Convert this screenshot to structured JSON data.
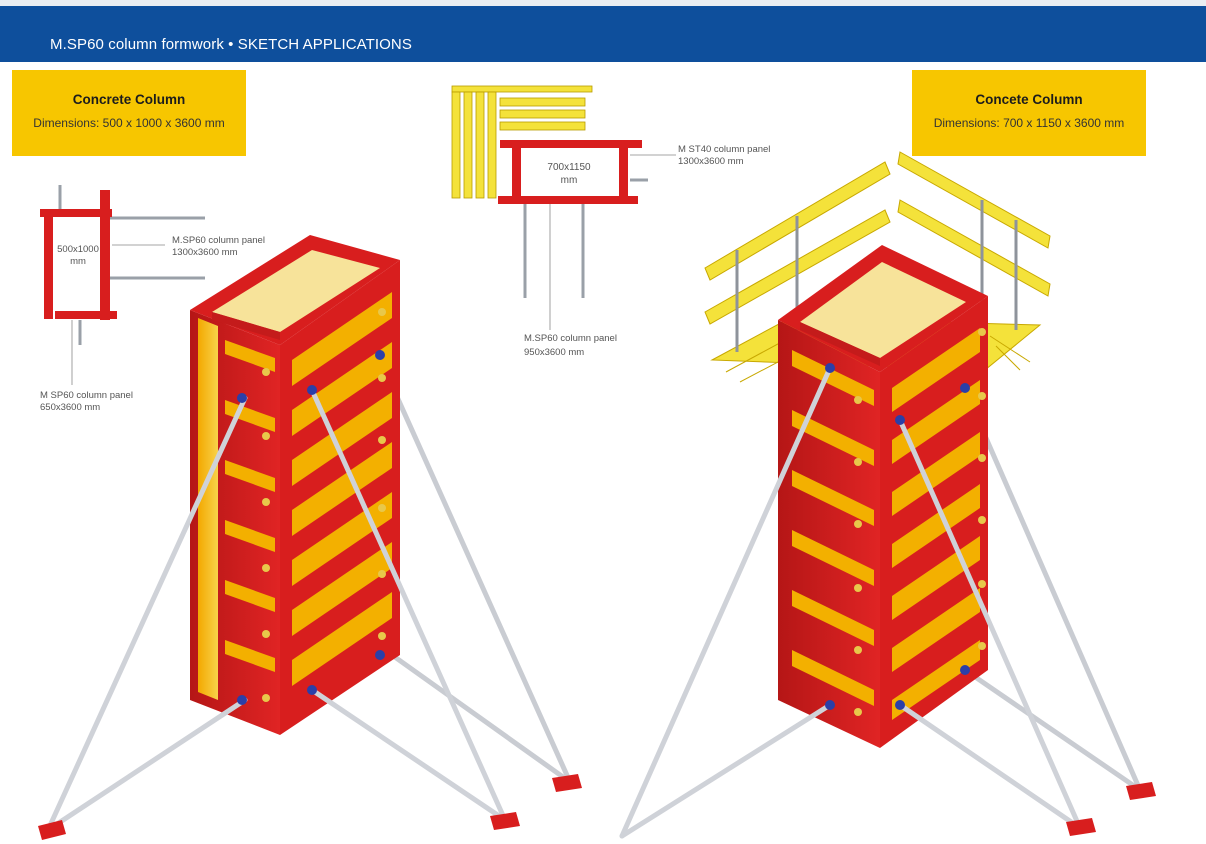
{
  "header": {
    "title": "M.SP60 column formwork • SKETCH APPLICATIONS"
  },
  "left_box": {
    "title": "Concrete Column",
    "dimensions": "Dimensions: 500 x 1000 x 3600 mm"
  },
  "right_box": {
    "title": "Concete Column",
    "dimensions": "Dimensions: 700 x 1150 x 3600 mm"
  },
  "sketch_left": {
    "inner": [
      "500x1000",
      "mm"
    ],
    "panel_a": [
      "M.SP60 column panel",
      "1300x3600 mm"
    ],
    "panel_b": [
      "M SP60 column panel",
      "650x3600 mm"
    ]
  },
  "sketch_mid": {
    "inner": [
      "700x1150",
      "mm"
    ],
    "panel_a": [
      "M ST40 column panel",
      "1300x3600 mm"
    ],
    "panel_b": [
      "M.SP60 column panel",
      "950x3600 mm"
    ]
  },
  "colors": {
    "header": "#0e4f9c",
    "label_box": "#f7c600",
    "formwork_red": "#d81e1e",
    "formwork_dark": "#a81414",
    "plywood": "#f5b800",
    "platform": "#f4e23a",
    "brace": "#c9ccd2"
  }
}
